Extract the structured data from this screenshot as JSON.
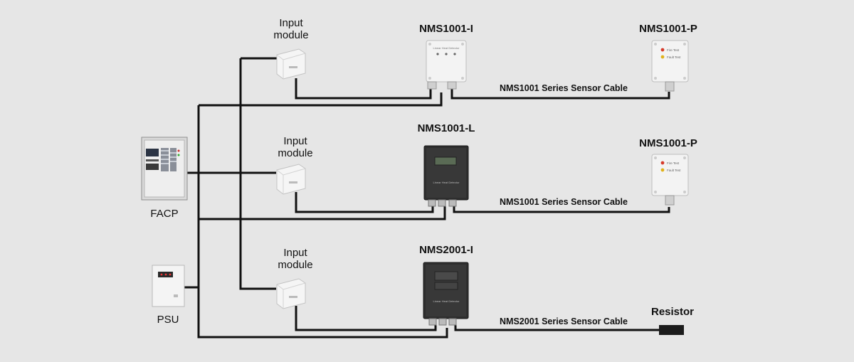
{
  "diagram": {
    "facp_label": "FACP",
    "psu_label": "PSU",
    "rows": [
      {
        "module_line1": "Input",
        "module_line2": "module",
        "controller": "NMS1001-I",
        "terminal": "NMS1001-P",
        "cable": "NMS1001 Series Sensor Cable"
      },
      {
        "module_line1": "Input",
        "module_line2": "module",
        "controller": "NMS1001-L",
        "terminal": "NMS1001-P",
        "cable": "NMS1001 Series Sensor Cable"
      },
      {
        "module_line1": "Input",
        "module_line2": "module",
        "controller": "NMS2001-I",
        "terminal": "Resistor",
        "cable": "NMS2001 Series Sensor Cable"
      }
    ],
    "device_text": {
      "detector_small": "Linear Heat Detector",
      "detector_box": "Linear Heat Detector",
      "fire_test": "Fire Test",
      "fault_test": "Fault Test"
    }
  }
}
